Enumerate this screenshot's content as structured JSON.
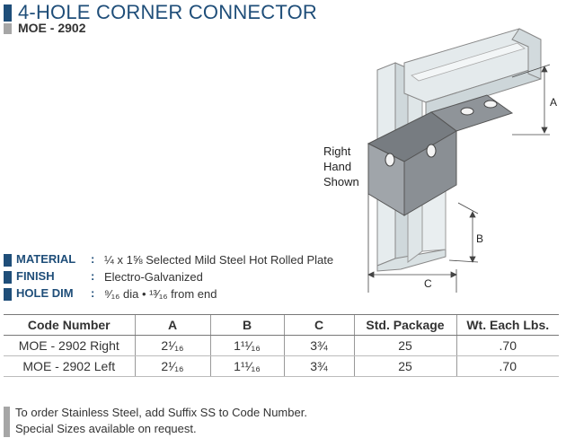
{
  "header": {
    "title": "4-HOLE CORNER CONNECTOR",
    "subtitle": "MOE - 2902"
  },
  "drawing": {
    "label_lines": [
      "Right",
      "Hand",
      "Shown"
    ],
    "dim_a": "A",
    "dim_b": "B",
    "dim_c": "C"
  },
  "specs": [
    {
      "label": "MATERIAL",
      "colon": ":",
      "value": "¼ x 1⅝ Selected Mild Steel Hot Rolled Plate"
    },
    {
      "label": "FINISH",
      "colon": ":",
      "value": "Electro-Galvanized"
    },
    {
      "label": "HOLE DIM",
      "colon": ":",
      "value": "⁹⁄₁₆ dia • ¹³⁄₁₆ from end"
    }
  ],
  "table": {
    "headers": [
      "Code Number",
      "A",
      "B",
      "C",
      "Std. Package",
      "Wt. Each Lbs."
    ],
    "rows": [
      [
        "MOE - 2902 Right",
        "2¹⁄₁₆",
        "1¹¹⁄₁₆",
        "3¾",
        "25",
        ".70"
      ],
      [
        "MOE - 2902 Left",
        "2¹⁄₁₆",
        "1¹¹⁄₁₆",
        "3¾",
        "25",
        ".70"
      ]
    ]
  },
  "notes": [
    "To order Stainless Steel, add Suffix SS to Code Number.",
    "Special Sizes available on request."
  ],
  "colors": {
    "brand": "#1f4e79",
    "accent_gray": "#a6a6a6"
  }
}
